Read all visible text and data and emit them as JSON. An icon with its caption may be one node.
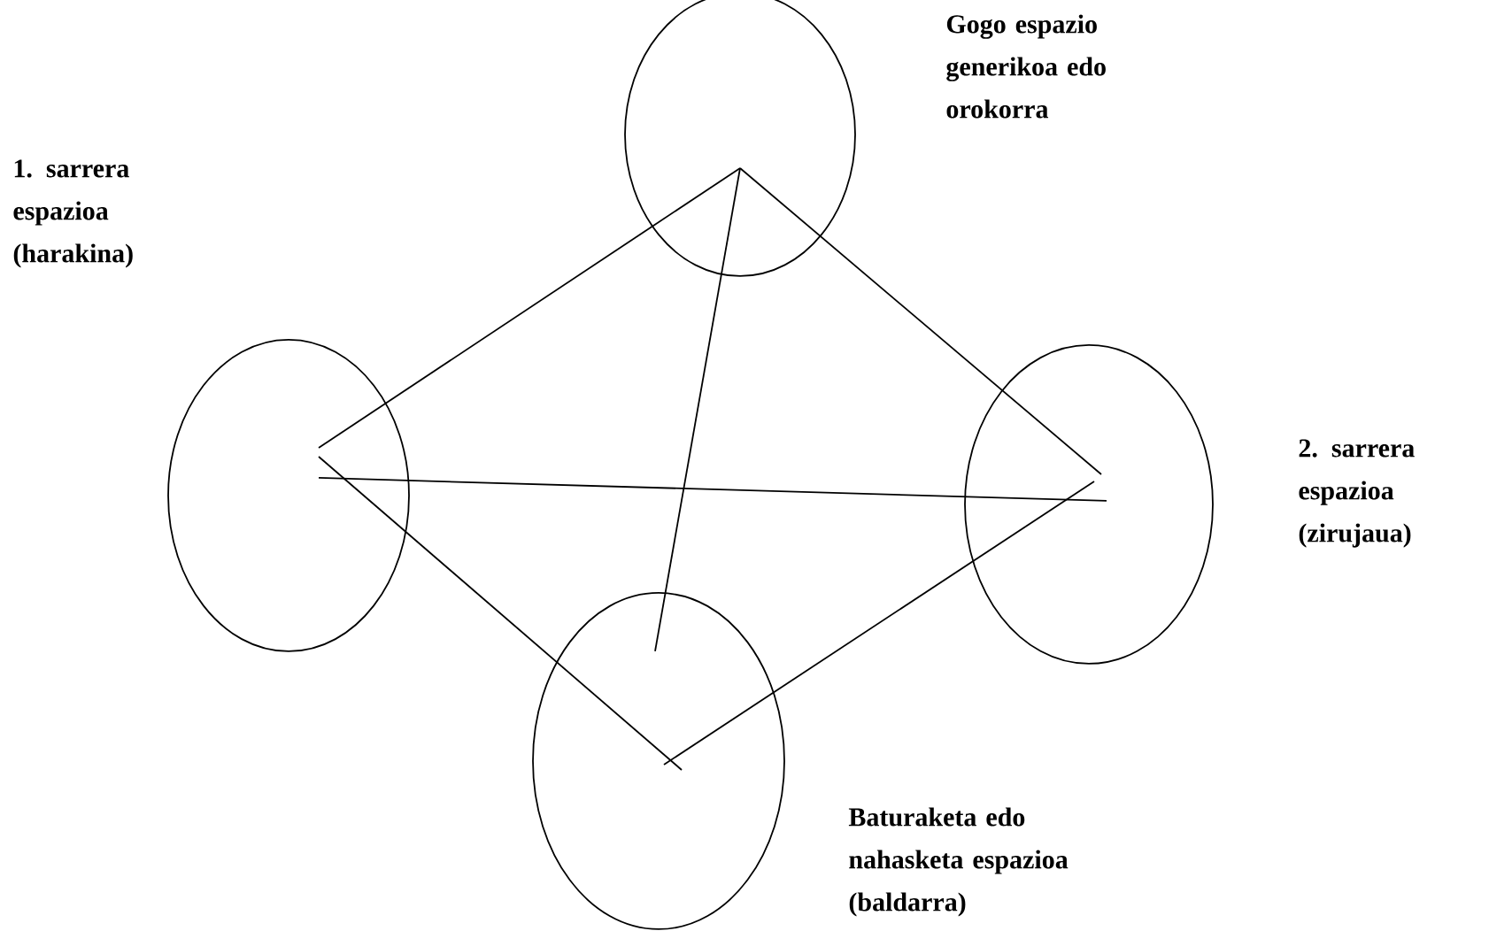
{
  "diagram": {
    "nodes": [
      {
        "text": [],
        "shape": "circle",
        "beside": [
          "Gogo espazio generikoa edo orokorra"
        ]
      },
      {
        "text": [],
        "shape": "circle",
        "beside": [
          "1. sarrera espazioa (harakina)"
        ]
      },
      {
        "text": [],
        "shape": "circle",
        "beside": [
          "2. sarrera espazioa (zirujaua)"
        ]
      },
      {
        "text": [],
        "shape": "circle",
        "beside": [
          "Baturaketa edo nahasketa espazioa (baldarra)"
        ]
      }
    ],
    "edges": [
      {
        "from": 0,
        "to": 1,
        "arrow": "none"
      },
      {
        "from": 0,
        "to": 2,
        "arrow": "none"
      },
      {
        "from": 0,
        "to": 3,
        "arrow": "none"
      },
      {
        "from": 1,
        "to": 3,
        "arrow": "none"
      },
      {
        "from": 3,
        "to": 2,
        "arrow": "none"
      },
      {
        "from": 1,
        "to": 2,
        "arrow": "none"
      }
    ]
  }
}
